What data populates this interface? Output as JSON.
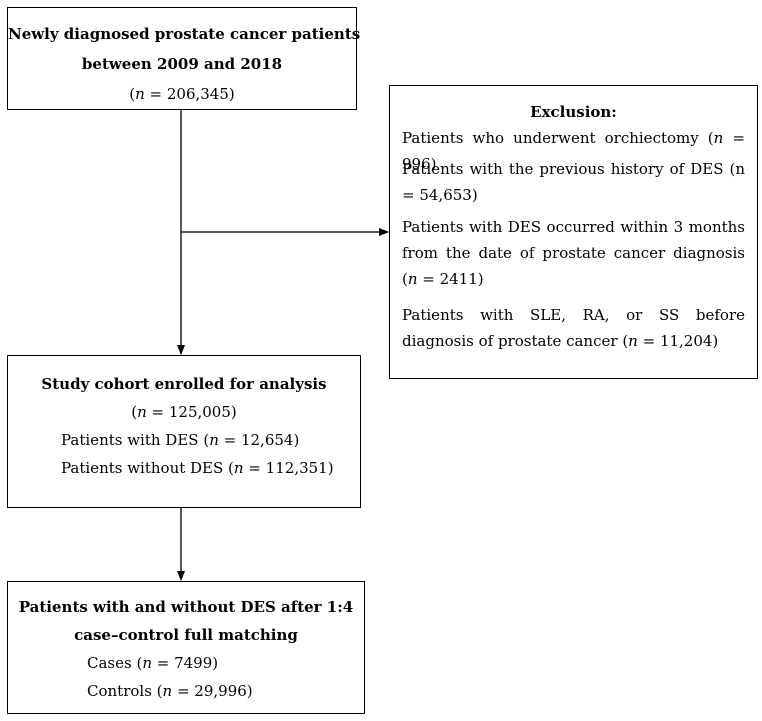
{
  "nodes": {
    "source": {
      "title_line1": "Newly diagnosed prostate cancer patients",
      "title_line2": "between 2009 and 2018",
      "n_prefix": "(",
      "n_symbol": "n",
      "n_value": " = 206,345)"
    },
    "exclusion": {
      "title": "Exclusion:",
      "items": [
        {
          "pre": "Patients who underwent orchiectomy (",
          "sym": "n",
          "post": " = 996)"
        },
        {
          "pre": "Patients with the previous history of DES (n = 54,653)",
          "sym": "",
          "post": ""
        },
        {
          "pre": "Patients with DES occurred within 3 months from the date of prostate cancer diagnosis (",
          "sym": "n",
          "post": " = 2411)"
        },
        {
          "pre": "Patients with SLE, RA, or SS before diagnosis of prostate cancer (",
          "sym": "n",
          "post": " = 11,204)"
        }
      ]
    },
    "cohort": {
      "title": "Study cohort enrolled for analysis",
      "n_prefix": "(",
      "n_symbol": "n",
      "n_value": " = 125,005)",
      "with_pre": "Patients with DES (",
      "with_sym": "n",
      "with_post": " = 12,654)",
      "without_pre": "Patients without DES (",
      "without_sym": "n",
      "without_post": " = 112,351)"
    },
    "matched": {
      "title_line1": "Patients with and without DES after 1:4",
      "title_line2": "case–control full matching",
      "cases_pre": "Cases (",
      "cases_sym": "n",
      "cases_post": " = 7499)",
      "controls_pre": "Controls (",
      "controls_sym": "n",
      "controls_post": " = 29,996)"
    }
  },
  "colors": {
    "line": "#000000",
    "background": "#ffffff"
  }
}
